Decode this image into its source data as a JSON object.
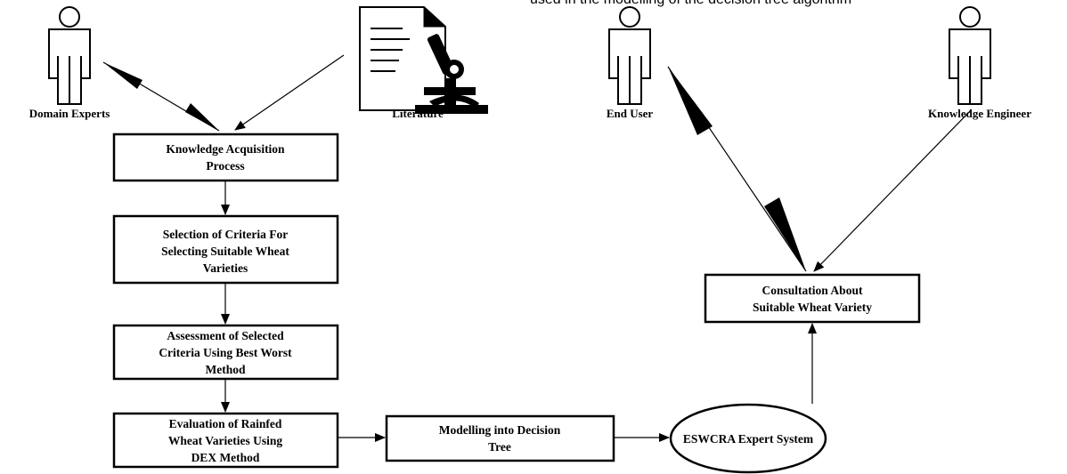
{
  "top_caption": "used in the modelling of the decision tree algorithm",
  "actors": {
    "domain_experts": "Domain Experts",
    "literature": "Literature",
    "end_user": "End User",
    "knowledge_engineer": "Knowledge Engineer"
  },
  "boxes": {
    "knowledge_acquisition": [
      "Knowledge Acquisition",
      "Process"
    ],
    "criteria_selection": [
      "Selection of Criteria For",
      "Selecting Suitable Wheat",
      "Varieties"
    ],
    "assessment": [
      "Assessment of Selected",
      "Criteria Using Best Worst",
      "Method"
    ],
    "evaluation": [
      "Evaluation of Rainfed",
      "Wheat Varieties Using",
      "DEX Method"
    ],
    "modelling": [
      "Modelling into Decision",
      "Tree"
    ],
    "consultation": [
      "Consultation About",
      "Suitable Wheat Variety"
    ],
    "expert_system": "ESWCRA Expert System"
  },
  "icons": {
    "person": "person-icon",
    "literature": "document-microscope-icon"
  },
  "colors": {
    "line": "#000000",
    "background": "#ffffff"
  }
}
